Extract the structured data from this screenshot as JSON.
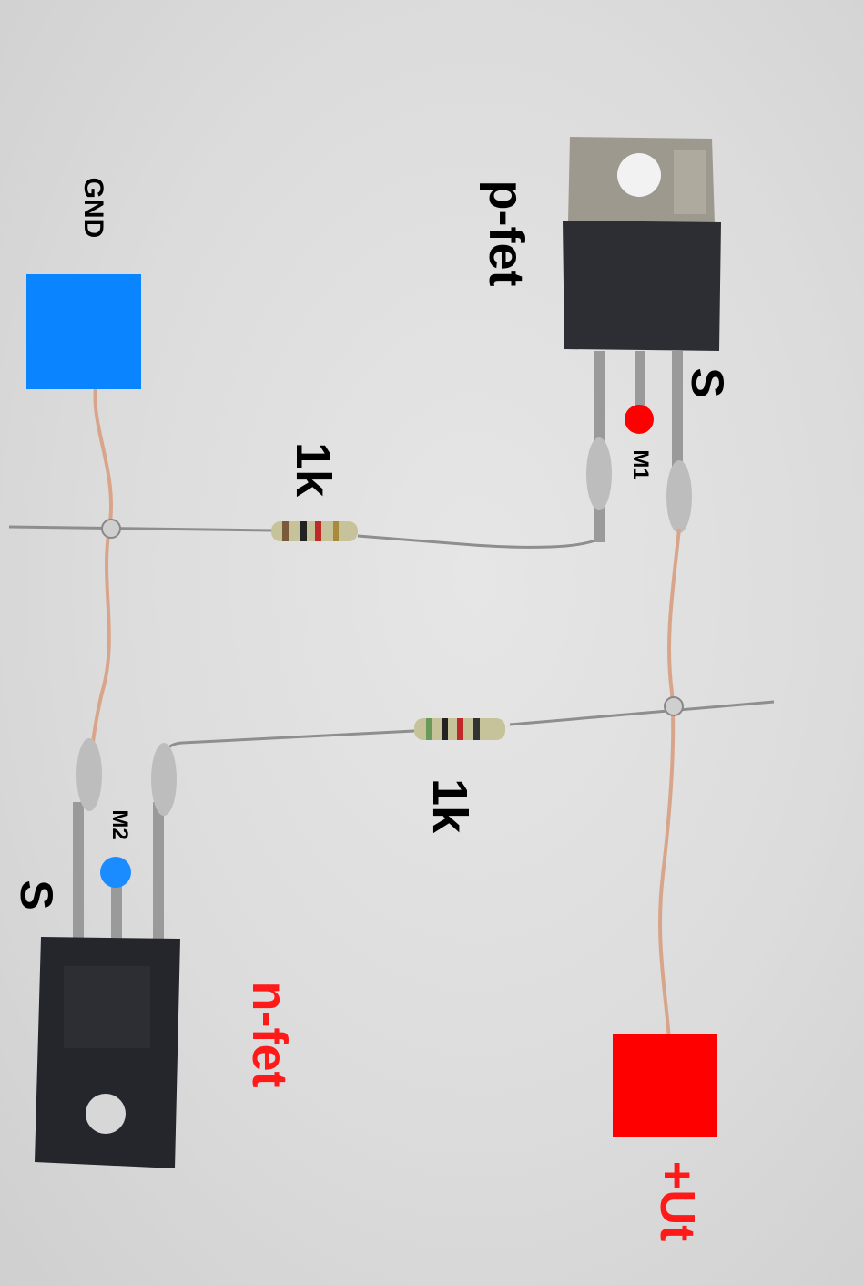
{
  "labels": {
    "gnd": "GND",
    "pfet": "p-fet",
    "nfet": "n-fet",
    "pfet_source": "S",
    "nfet_source": "S",
    "r1": "1k",
    "r2": "1k",
    "m1": "M1",
    "m2": "M2",
    "supply": "+Ut"
  },
  "colors": {
    "gnd_pad": "#0a84ff",
    "supply_pad": "#ff0000",
    "m1_dot": "#ff0000",
    "m2_dot": "#1a8cff",
    "wire_copper": "#d9a58a",
    "wire_lead": "#9a9a9a"
  }
}
